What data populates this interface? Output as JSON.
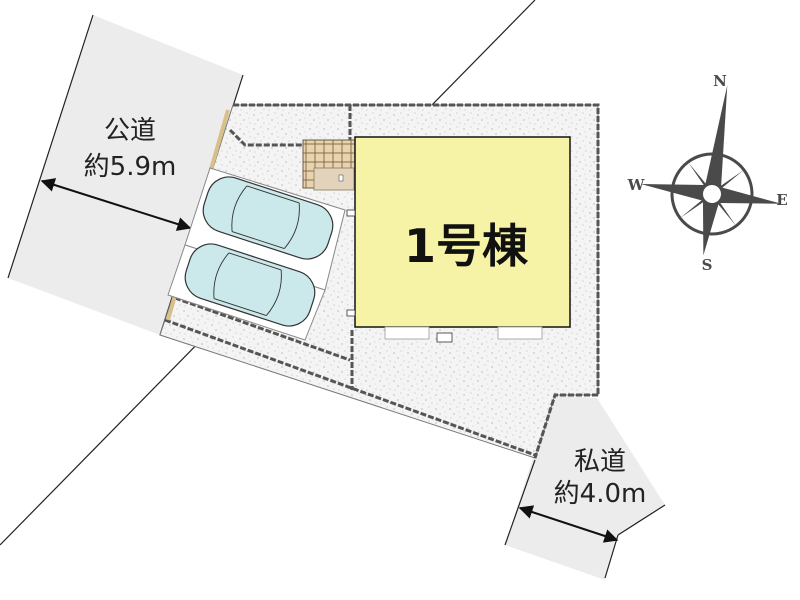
{
  "plan": {
    "building": {
      "label": "1号棟",
      "fill": "#f6f3a6"
    },
    "public_road": {
      "name": "公道",
      "width": "約5.9m",
      "fill": "#ececec"
    },
    "private_road": {
      "name": "私道",
      "width": "約4.0m",
      "fill": "#ececec"
    },
    "parking": {
      "spaces": 2,
      "car_fill": "#cbe8ea"
    },
    "entrance_tile_fill": "#e9d3ad",
    "gravel_fill": "#f3f3f3"
  },
  "compass": {
    "north": "N",
    "south": "S",
    "east": "E",
    "west": "W",
    "color": "#4a4a4a"
  }
}
